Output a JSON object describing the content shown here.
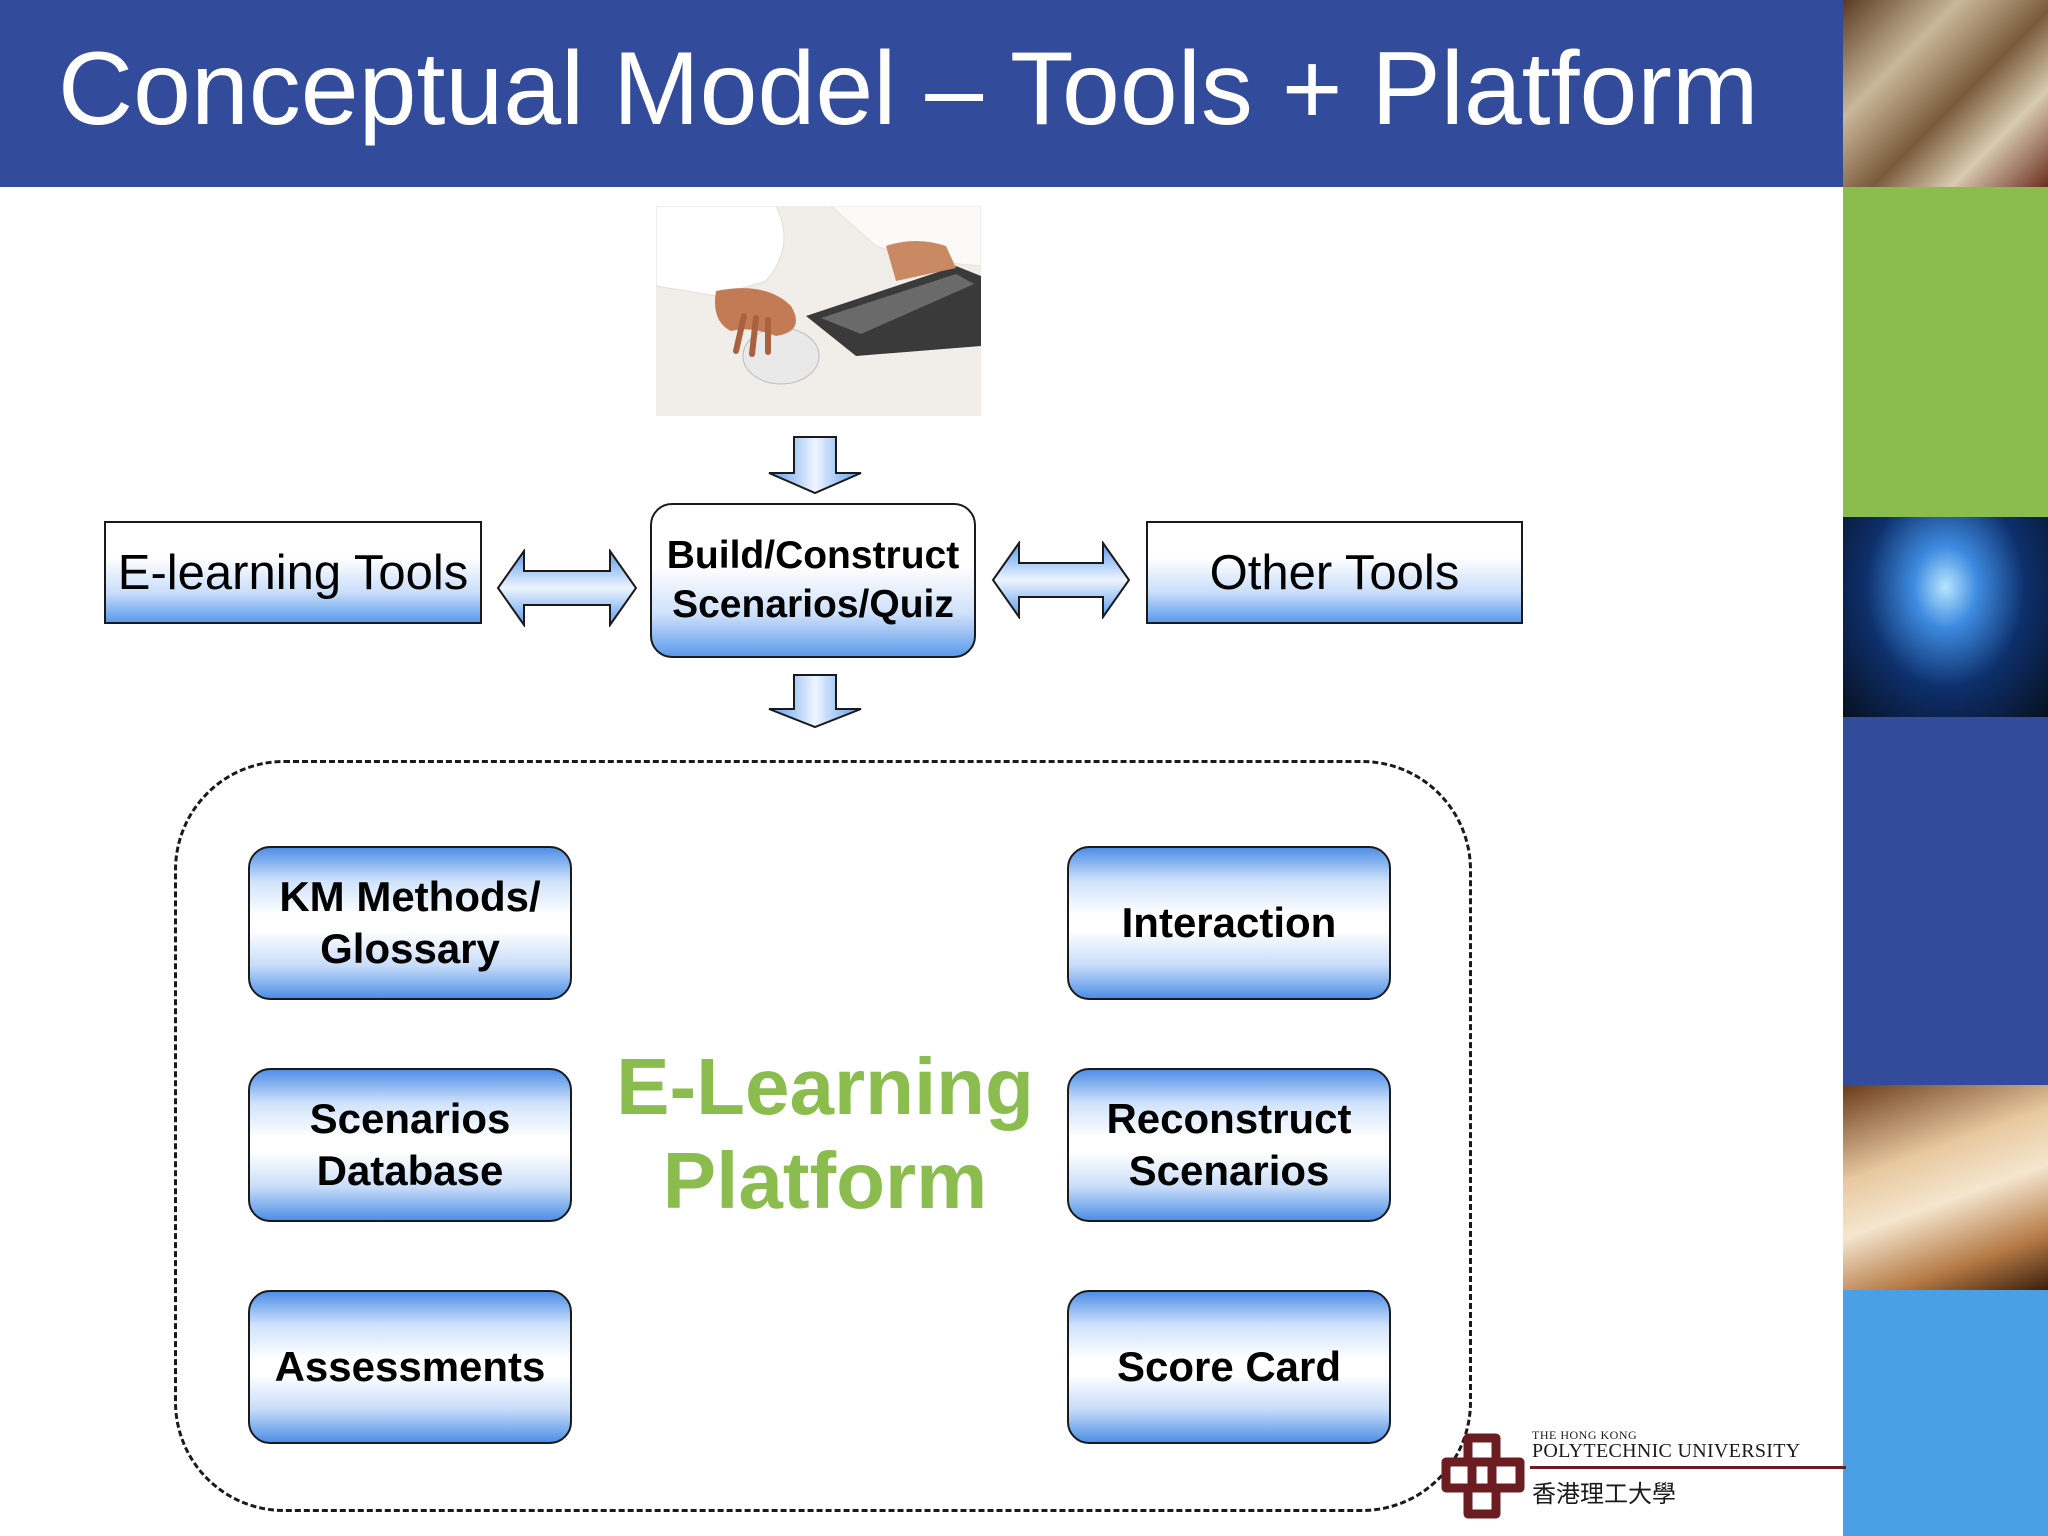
{
  "slide": {
    "title": "Conceptual Model – Tools + Platform"
  },
  "diagram": {
    "top_box": {
      "line1": "Build/Construct",
      "line2": "Scenarios/Quiz"
    },
    "left_tool": "E-learning Tools",
    "right_tool": "Other Tools",
    "platform_label": {
      "line1": "E-Learning",
      "line2": "Platform"
    },
    "modules": {
      "km_methods": {
        "line1": "KM Methods/",
        "line2": "Glossary"
      },
      "scenarios_db": {
        "line1": "Scenarios",
        "line2": "Database"
      },
      "assessments": "Assessments",
      "interaction": "Interaction",
      "reconstruct": {
        "line1": "Reconstruct",
        "line2": "Scenarios"
      },
      "score_card": "Score Card"
    }
  },
  "logo": {
    "line1": "THE HONG KONG",
    "line2": "POLYTECHNIC UNIVERSITY",
    "line3": "香港理工大學"
  },
  "colors": {
    "title_bar": "#334b9b",
    "platform_label": "#8bbc4e",
    "box_blue": "#5b9bea",
    "logo_red": "#6b1d22"
  }
}
